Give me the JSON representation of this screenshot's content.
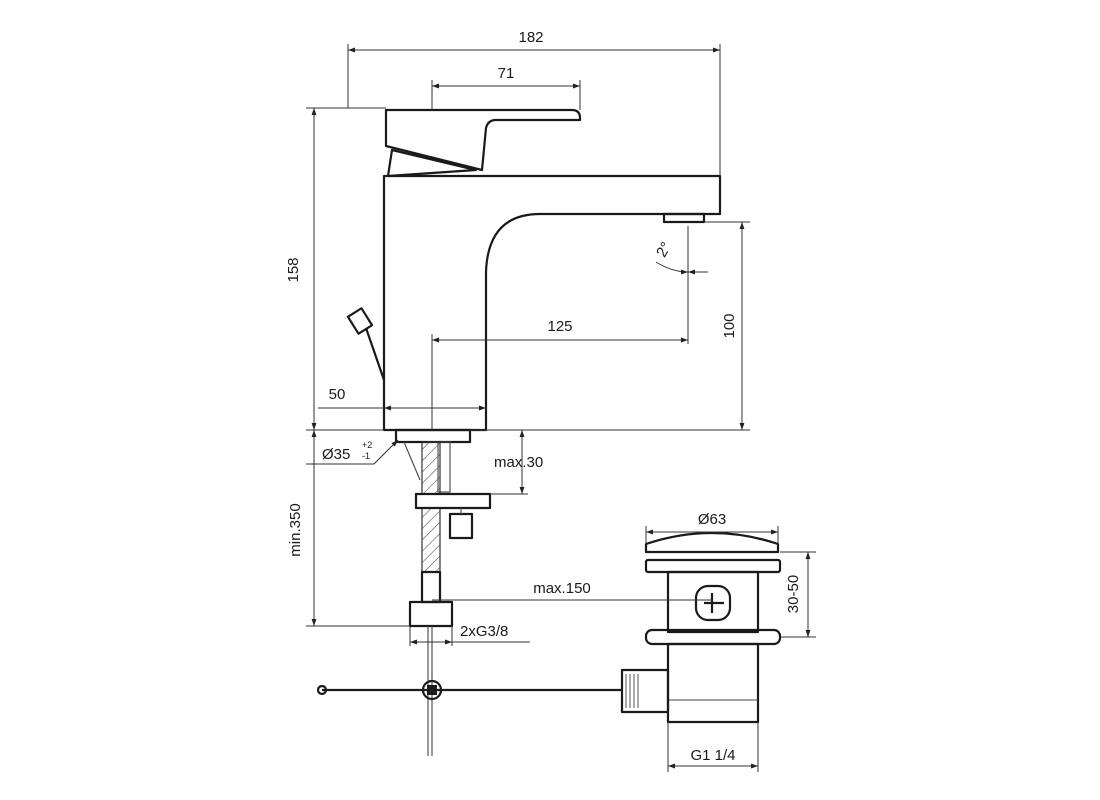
{
  "dimensions": {
    "overall_width": "182",
    "lever_length": "71",
    "height": "158",
    "spout_height": "100",
    "spout_reach": "125",
    "body_offset": "50",
    "hole_diameter": "Ø35",
    "hole_tolerance_upper": "+2",
    "hole_tolerance_lower": "-1",
    "spout_angle": "2°",
    "deck_thickness": "max.30",
    "hose_length": "min.350",
    "connection_thread": "2xG3/8",
    "rod_length": "max.150",
    "waste_diameter": "Ø63",
    "waste_range": "30-50",
    "waste_thread": "G1 1/4"
  },
  "colors": {
    "line": "#1a1a1a",
    "background": "#ffffff"
  }
}
